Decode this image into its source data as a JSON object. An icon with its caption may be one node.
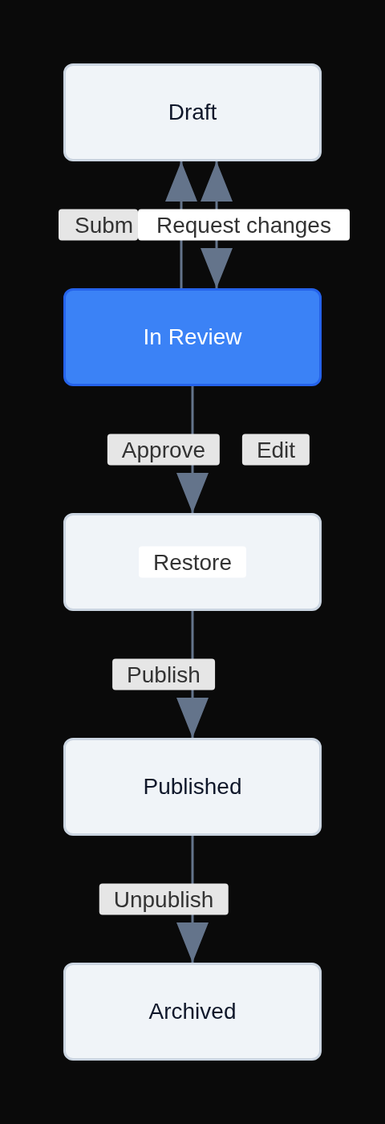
{
  "diagram": {
    "nodes": [
      {
        "text": [
          "Draft"
        ]
      },
      {
        "text": [
          "In Review"
        ]
      },
      {
        "text": [],
        "shape": "box"
      },
      {
        "text": [
          "Published"
        ]
      },
      {
        "text": [
          "Archived"
        ]
      }
    ],
    "edges": [
      {
        "from": 0,
        "to": 1,
        "arrow": "both",
        "label": "Subm"
      },
      {
        "from": 1,
        "to": 0,
        "arrow": "to",
        "label": "Request changes"
      },
      {
        "from": 1,
        "to": 2,
        "arrow": "to",
        "label": "Approve"
      },
      {
        "from": 2,
        "to": 3,
        "arrow": "to",
        "label": "Publish"
      },
      {
        "from": 3,
        "to": 4,
        "arrow": "to",
        "label": "Unpublish"
      }
    ],
    "labels": [
      "Edit",
      "Restore"
    ]
  }
}
